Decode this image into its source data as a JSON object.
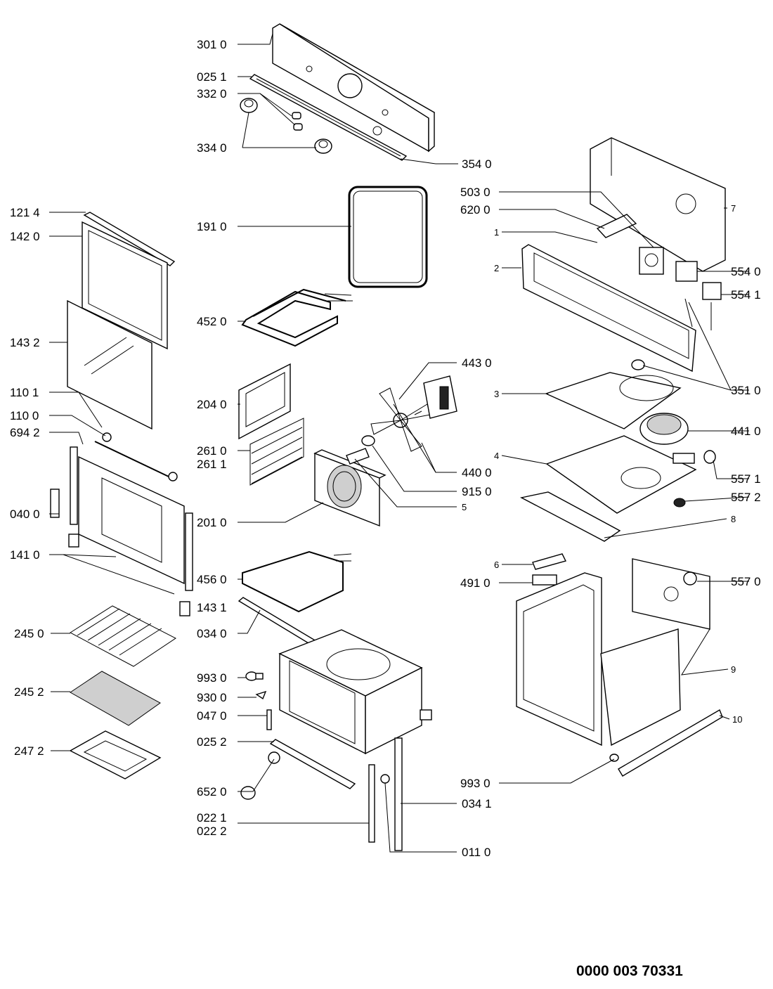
{
  "callouts": {
    "c3010": "301 0",
    "c0251": "025 1",
    "c3320": "332 0",
    "c3340": "334 0",
    "c3540": "354 0",
    "c1214": "121 4",
    "c1420": "142 0",
    "c1910": "191 0",
    "c4520": "452 0",
    "c1432": "143 2",
    "c1101": "110 1",
    "c1100": "110 0",
    "c6942": "694 2",
    "c0400": "040 0",
    "c1410": "141 0",
    "c2040": "204 0",
    "c2610": "261 0",
    "c2611": "261 1",
    "c2010": "201 0",
    "c4560": "456 0",
    "c1431": "143 1",
    "c0340": "034 0",
    "c2450": "245 0",
    "c2452": "245 2",
    "c2472": "247 2",
    "c9930a": "993 0",
    "c9300": "930 0",
    "c0470": "047 0",
    "c0252": "025 2",
    "c6520": "652 0",
    "c0221": "022 1",
    "c0222": "022 2",
    "c0110": "011 0",
    "c0341": "034 1",
    "c4430": "443 0",
    "c4400": "440 0",
    "c9150": "915 0",
    "c5": "5",
    "c5030": "503 0",
    "c6200": "620 0",
    "c1": "1",
    "c2": "2",
    "c7": "7",
    "c5540": "554 0",
    "c5541": "554 1",
    "c3510": "351 0",
    "c3": "3",
    "c4410": "441 0",
    "c4": "4",
    "c5571": "557 1",
    "c5572": "557 2",
    "c8": "8",
    "c6": "6",
    "c4910": "491 0",
    "c5570": "557 0",
    "c9": "9",
    "c10": "10",
    "c9930b": "993 0"
  },
  "document_number": "0000 003 70331"
}
